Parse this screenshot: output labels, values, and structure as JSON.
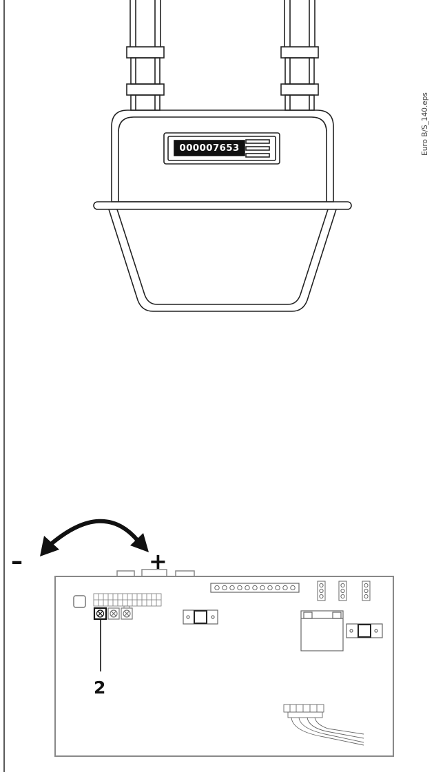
{
  "figure": {
    "source_label": "Euro B/S_140.eps"
  },
  "gas_meter": {
    "reading": "000007653"
  },
  "adjustment": {
    "decrease_symbol": "–",
    "increase_symbol": "+"
  },
  "callouts": [
    {
      "label": "2"
    }
  ]
}
